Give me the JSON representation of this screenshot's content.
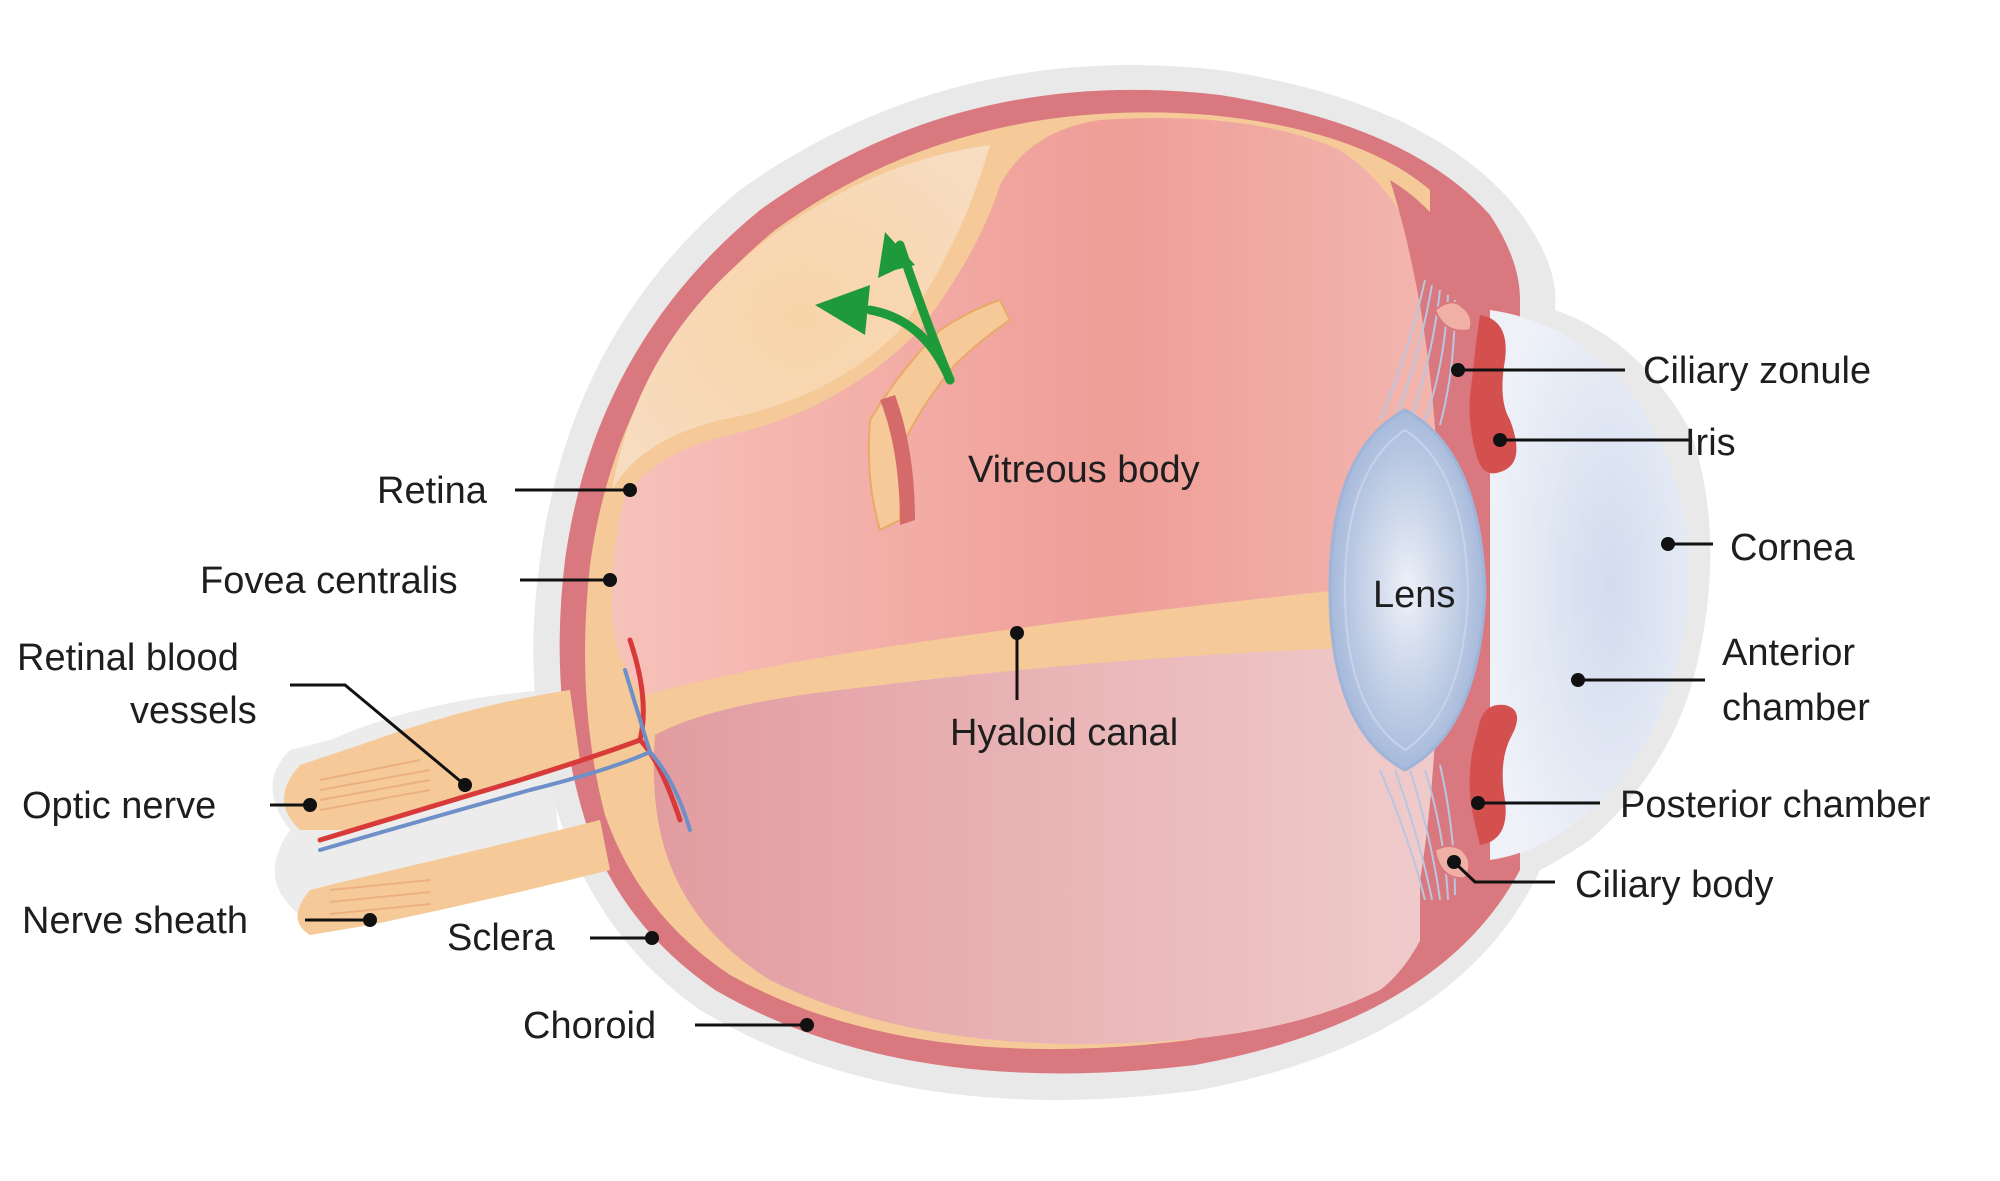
{
  "labels": {
    "retina": "Retina",
    "fovea_centralis": "Fovea centralis",
    "retinal_blood_vessels_line1": "Retinal blood",
    "retinal_blood_vessels_line2": "vessels",
    "optic_nerve": "Optic nerve",
    "nerve_sheath": "Nerve sheath",
    "sclera": "Sclera",
    "choroid": "Choroid",
    "vitreous_body": "Vitreous body",
    "hyaloid_canal": "Hyaloid canal",
    "lens": "Lens",
    "ciliary_zonule": "Ciliary zonule",
    "iris": "Iris",
    "cornea": "Cornea",
    "anterior_chamber_line1": "Anterior",
    "anterior_chamber_line2": "chamber",
    "posterior_chamber": "Posterior chamber",
    "ciliary_body": "Ciliary body"
  },
  "colors": {
    "sclera_outline": "#e9e9e9",
    "choroid": "#d9797f",
    "retina": "#f5c998",
    "vitreous_upper": "#ee9691",
    "vitreous_lower": "#e6a9aa",
    "lens": "#a9bcdc",
    "cornea": "#dfe5f1",
    "iris": "#d4504f",
    "vessel_red": "#d83a3a",
    "vessel_blue": "#6f8fc8",
    "arrow_green": "#1f9a3a",
    "leader_line": "#111111"
  }
}
